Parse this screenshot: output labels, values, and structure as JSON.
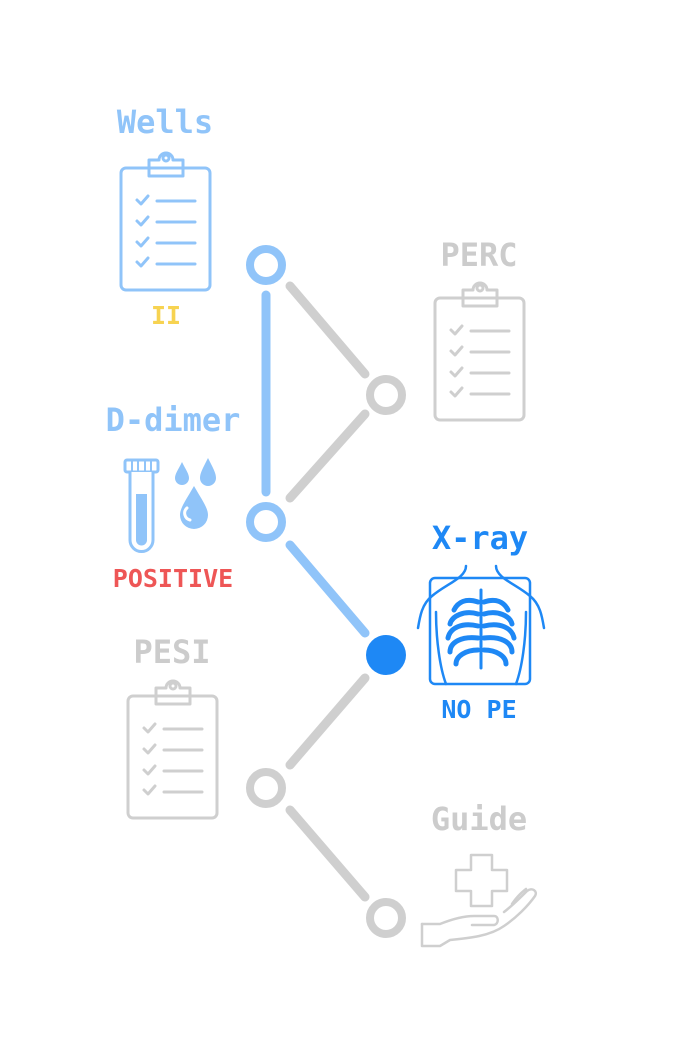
{
  "colors": {
    "active_light": "#90c4f9",
    "active": "#2d8ff5",
    "current_node": "#1e88f5",
    "inactive": "#cfcfcf",
    "inactive_text": "#cccccc",
    "result_yellow": "#f7d351",
    "result_red": "#ee5656",
    "result_blue": "#1e88f5"
  },
  "steps": [
    {
      "id": "wells",
      "title": "Wells",
      "icon": "clipboard-checklist-icon",
      "state": "completed",
      "result": "II"
    },
    {
      "id": "perc",
      "title": "PERC",
      "icon": "clipboard-checklist-icon",
      "state": "skipped",
      "result": ""
    },
    {
      "id": "ddimer",
      "title": "D-dimer",
      "icon": "test-tube-drops-icon",
      "state": "completed",
      "result": "POSITIVE"
    },
    {
      "id": "xray",
      "title": "X-ray",
      "icon": "chest-xray-icon",
      "state": "current",
      "result": "NO PE"
    },
    {
      "id": "pesi",
      "title": "PESI",
      "icon": "clipboard-checklist-icon",
      "state": "pending",
      "result": ""
    },
    {
      "id": "guide",
      "title": "Guide",
      "icon": "hand-medical-cross-icon",
      "state": "pending",
      "result": ""
    }
  ]
}
